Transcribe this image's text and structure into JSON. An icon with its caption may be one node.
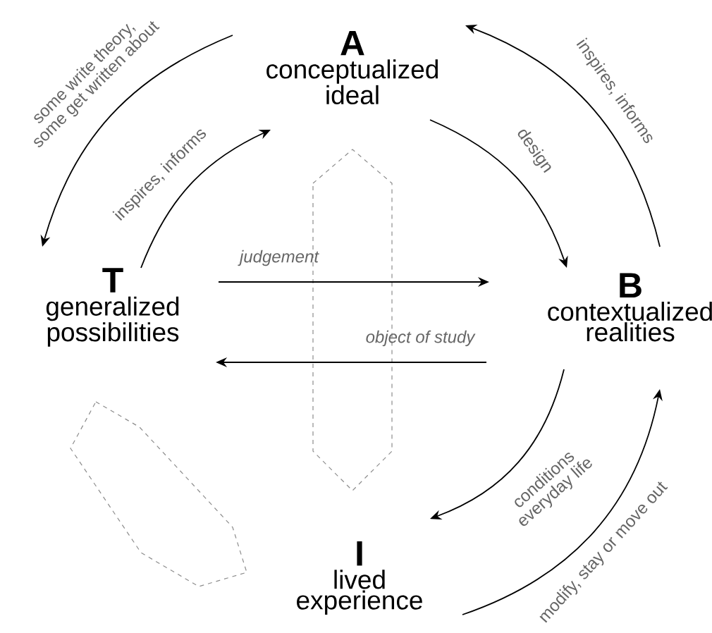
{
  "diagram": {
    "nodes": [
      {
        "text": [
          "A",
          "conceptualized ideal"
        ]
      },
      {
        "text": [
          "T",
          "generalized possibilities"
        ]
      },
      {
        "text": [
          "B",
          "contextualized realities"
        ]
      },
      {
        "text": [
          "I",
          "lived experience"
        ]
      }
    ],
    "edges": [
      {
        "from": 0,
        "to": 1,
        "arrow": "to",
        "label": "some write theory, some get written about"
      },
      {
        "from": 1,
        "to": 0,
        "arrow": "to",
        "label": "inspires, informs"
      },
      {
        "from": 0,
        "to": 2,
        "arrow": "to",
        "label": "design"
      },
      {
        "from": 2,
        "to": 0,
        "arrow": "to",
        "label": "inspires, informs"
      },
      {
        "from": 1,
        "to": 2,
        "arrow": "to",
        "label": "judgement"
      },
      {
        "from": 2,
        "to": 1,
        "arrow": "to",
        "label": "object of study"
      },
      {
        "from": 2,
        "to": 3,
        "arrow": "to",
        "label": "conditions everyday life"
      },
      {
        "from": 3,
        "to": 2,
        "arrow": "to",
        "label": "modify, stay or move out"
      }
    ]
  }
}
